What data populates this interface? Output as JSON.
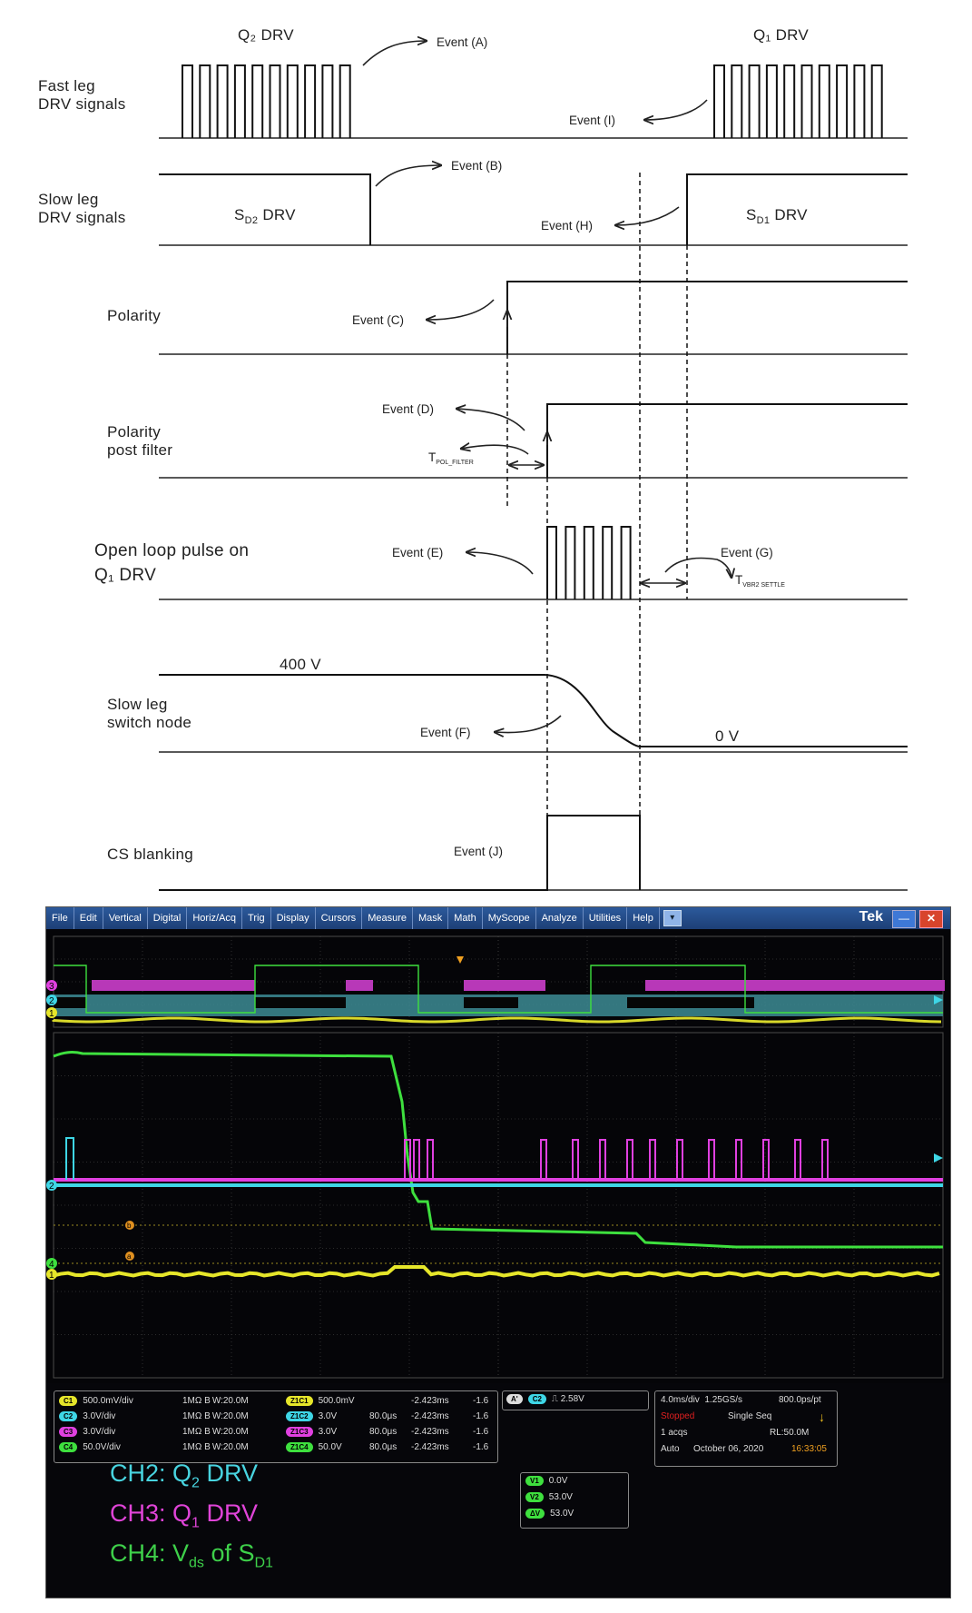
{
  "timing": {
    "labels": {
      "fast_leg": [
        "Fast leg",
        "DRV signals"
      ],
      "slow_leg": [
        "Slow leg",
        "DRV signals"
      ],
      "polarity": "Polarity",
      "polarity_post": [
        "Polarity",
        "post filter"
      ],
      "open_loop": [
        "Open loop pulse on",
        "Q₁ DRV"
      ],
      "switch_node": [
        "Slow leg",
        "switch node"
      ],
      "cs_blanking": "CS blanking",
      "q2_drv": "Q₂ DRV",
      "q1_drv": "Q₁ DRV",
      "sd2_drv": "S",
      "sd2_sub": "D2",
      "sd2_tail": " DRV",
      "sd1_drv": "S",
      "sd1_sub": "D1",
      "sd1_tail": " DRV",
      "v400": "400 V",
      "v0": "0 V",
      "t_pol": "T",
      "t_pol_sub": "POL_FILTER",
      "t_vbr": "T",
      "t_vbr_sub": "VBR2 SETTLE"
    },
    "events": {
      "a": "Event (A)",
      "b": "Event (B)",
      "c": "Event (C)",
      "d": "Event (D)",
      "e": "Event (E)",
      "f": "Event (F)",
      "g": "Event (G)",
      "h": "Event (H)",
      "i": "Event (I)",
      "j": "Event (J)"
    }
  },
  "scope": {
    "menu": [
      "File",
      "Edit",
      "Vertical",
      "Digital",
      "Horiz/Acq",
      "Trig",
      "Display",
      "Cursors",
      "Measure",
      "Mask",
      "Math",
      "MyScope",
      "Analyze",
      "Utilities",
      "Help"
    ],
    "brand": "Tek",
    "channel_markers": [
      "3",
      "2",
      "1",
      "4"
    ],
    "channels": [
      {
        "badge": "C1",
        "scale": "500.0mV/div",
        "imp": "1MΩ",
        "bw": "20.0M",
        "color": "#e6e62a"
      },
      {
        "badge": "C2",
        "scale": "3.0V/div",
        "imp": "1MΩ",
        "bw": "20.0M",
        "color": "#3ed6e6"
      },
      {
        "badge": "C3",
        "scale": "3.0V/div",
        "imp": "1MΩ",
        "bw": "20.0M",
        "color": "#e040e0"
      },
      {
        "badge": "C4",
        "scale": "50.0V/div",
        "imp": "1MΩ",
        "bw": "20.0M",
        "color": "#3ee03e"
      }
    ],
    "zooms": [
      {
        "badge": "Z1C1",
        "scale": "500.0mV",
        "pos": "",
        "time": "-2.423ms",
        "z": "-1.6"
      },
      {
        "badge": "Z1C2",
        "scale": "3.0V",
        "pos": "80.0μs",
        "time": "-2.423ms",
        "z": "-1.6"
      },
      {
        "badge": "Z1C3",
        "scale": "3.0V",
        "pos": "80.0μs",
        "time": "-2.423ms",
        "z": "-1.6"
      },
      {
        "badge": "Z1C4",
        "scale": "50.0V",
        "pos": "80.0μs",
        "time": "-2.423ms",
        "z": "-1.6"
      }
    ],
    "trigger": {
      "badge1": "A'",
      "badge2": "C2",
      "level": "2.58V"
    },
    "horizontal": {
      "scale": "4.0ms/div",
      "rate": "1.25GS/s",
      "res": "800.0ps/pt"
    },
    "acq": {
      "state": "Stopped",
      "mode": "Single Seq",
      "acqs": "1 acqs",
      "rl": "RL:50.0M",
      "auto": "Auto",
      "date": "October 06, 2020",
      "time": "16:33:05"
    },
    "cursors": [
      {
        "badge": "V1",
        "value": "0.0V"
      },
      {
        "badge": "V2",
        "value": "53.0V"
      },
      {
        "badge": "ΔV",
        "value": "53.0V"
      }
    ],
    "legend": [
      {
        "prefix": "CH2: Q",
        "sub": "2",
        "suffix": " DRV",
        "color": "#48d4e0"
      },
      {
        "prefix": "CH3: Q",
        "sub": "1",
        "suffix": " DRV",
        "color": "#e044d8"
      },
      {
        "prefix": "CH4: V",
        "sub": "ds",
        "suffix": " of S",
        "sub2": "D1",
        "color": "#3ed04a"
      }
    ]
  }
}
